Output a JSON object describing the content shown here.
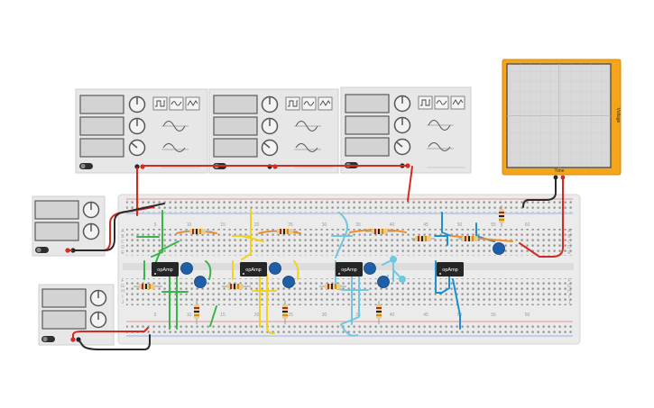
{
  "oscilloscope": {
    "x_label": "Time",
    "y_label": "Voltage",
    "colors": {
      "frame": "#f4a51c",
      "screen": "#d9d9d9",
      "grid": "#c4c4c4"
    }
  },
  "breadboard": {
    "row_letters_top": [
      "A",
      "B",
      "C",
      "D",
      "E"
    ],
    "row_letters_bottom": [
      "F",
      "G",
      "H",
      "I",
      "J"
    ],
    "column_numbers": [
      "5",
      "10",
      "15",
      "20",
      "25",
      "30",
      "35",
      "40",
      "45",
      "50",
      "55",
      "60"
    ]
  },
  "opamps": [
    {
      "label": "opAmp"
    },
    {
      "label": "opAmp"
    },
    {
      "label": "opAmp"
    },
    {
      "label": "opAmp"
    }
  ],
  "function_generators": [
    {
      "name": "function-generator-1",
      "waveform_icons": [
        "square-wave-icon",
        "triangle-wave-icon",
        "sine-wave-icon"
      ]
    },
    {
      "name": "function-generator-2",
      "waveform_icons": [
        "square-wave-icon",
        "triangle-wave-icon",
        "sine-wave-icon"
      ]
    },
    {
      "name": "function-generator-3",
      "waveform_icons": [
        "square-wave-icon",
        "triangle-wave-icon",
        "sine-wave-icon"
      ]
    }
  ],
  "power_supplies": [
    {
      "name": "power-supply-1"
    },
    {
      "name": "power-supply-2"
    }
  ],
  "wire_colors": {
    "red": "#d42a20",
    "black": "#2b2b2b",
    "green": "#39b54a",
    "yellow": "#f2d21b",
    "light_blue": "#6fc8e0",
    "blue": "#1f8fd3",
    "orange": "#f28c28"
  }
}
